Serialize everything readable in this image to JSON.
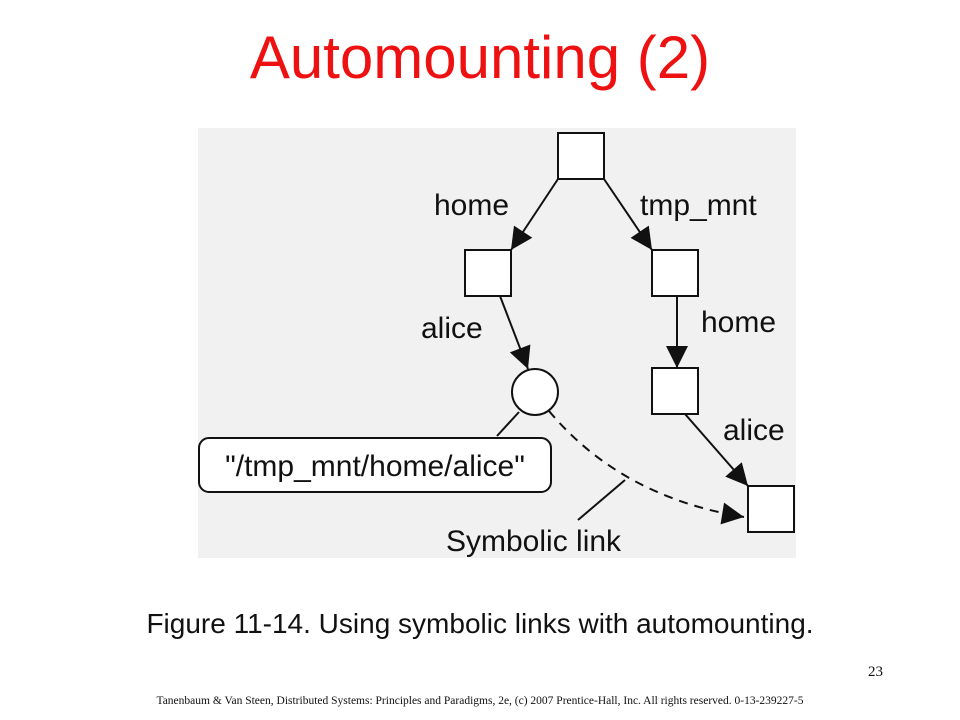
{
  "slide": {
    "title": "Automounting (2)",
    "caption": "Figure 11-14. Using symbolic links with automounting.",
    "page_number": "23",
    "footer": "Tanenbaum & Van Steen, Distributed Systems: Principles and Paradigms, 2e, (c) 2007 Prentice-Hall, Inc. All rights reserved. 0-13-239227-5"
  },
  "diagram": {
    "edge_labels": {
      "root_home": "home",
      "root_tmp_mnt": "tmp_mnt",
      "home_alice": "alice",
      "tmp_mnt_home": "home",
      "tmp_home_alice": "alice"
    },
    "link_target": "\"/tmp_mnt/home/alice\"",
    "symbolic_link_label": "Symbolic link"
  },
  "colors": {
    "title": "#ee1111",
    "diagram_background": "#f1f1f1",
    "ink": "#111111"
  }
}
